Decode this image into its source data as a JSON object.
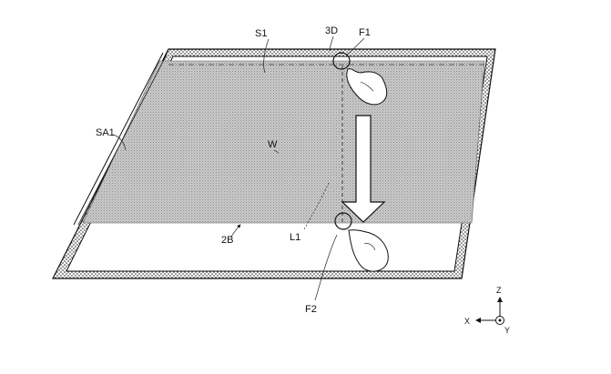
{
  "labels": {
    "s1": "S1",
    "d3": "3D",
    "f1": "F1",
    "sa1": "SA1",
    "w": "W",
    "l1": "L1",
    "b2": "2B",
    "f2": "F2"
  },
  "axes": {
    "z": "Z",
    "x": "X",
    "y": "Y"
  }
}
